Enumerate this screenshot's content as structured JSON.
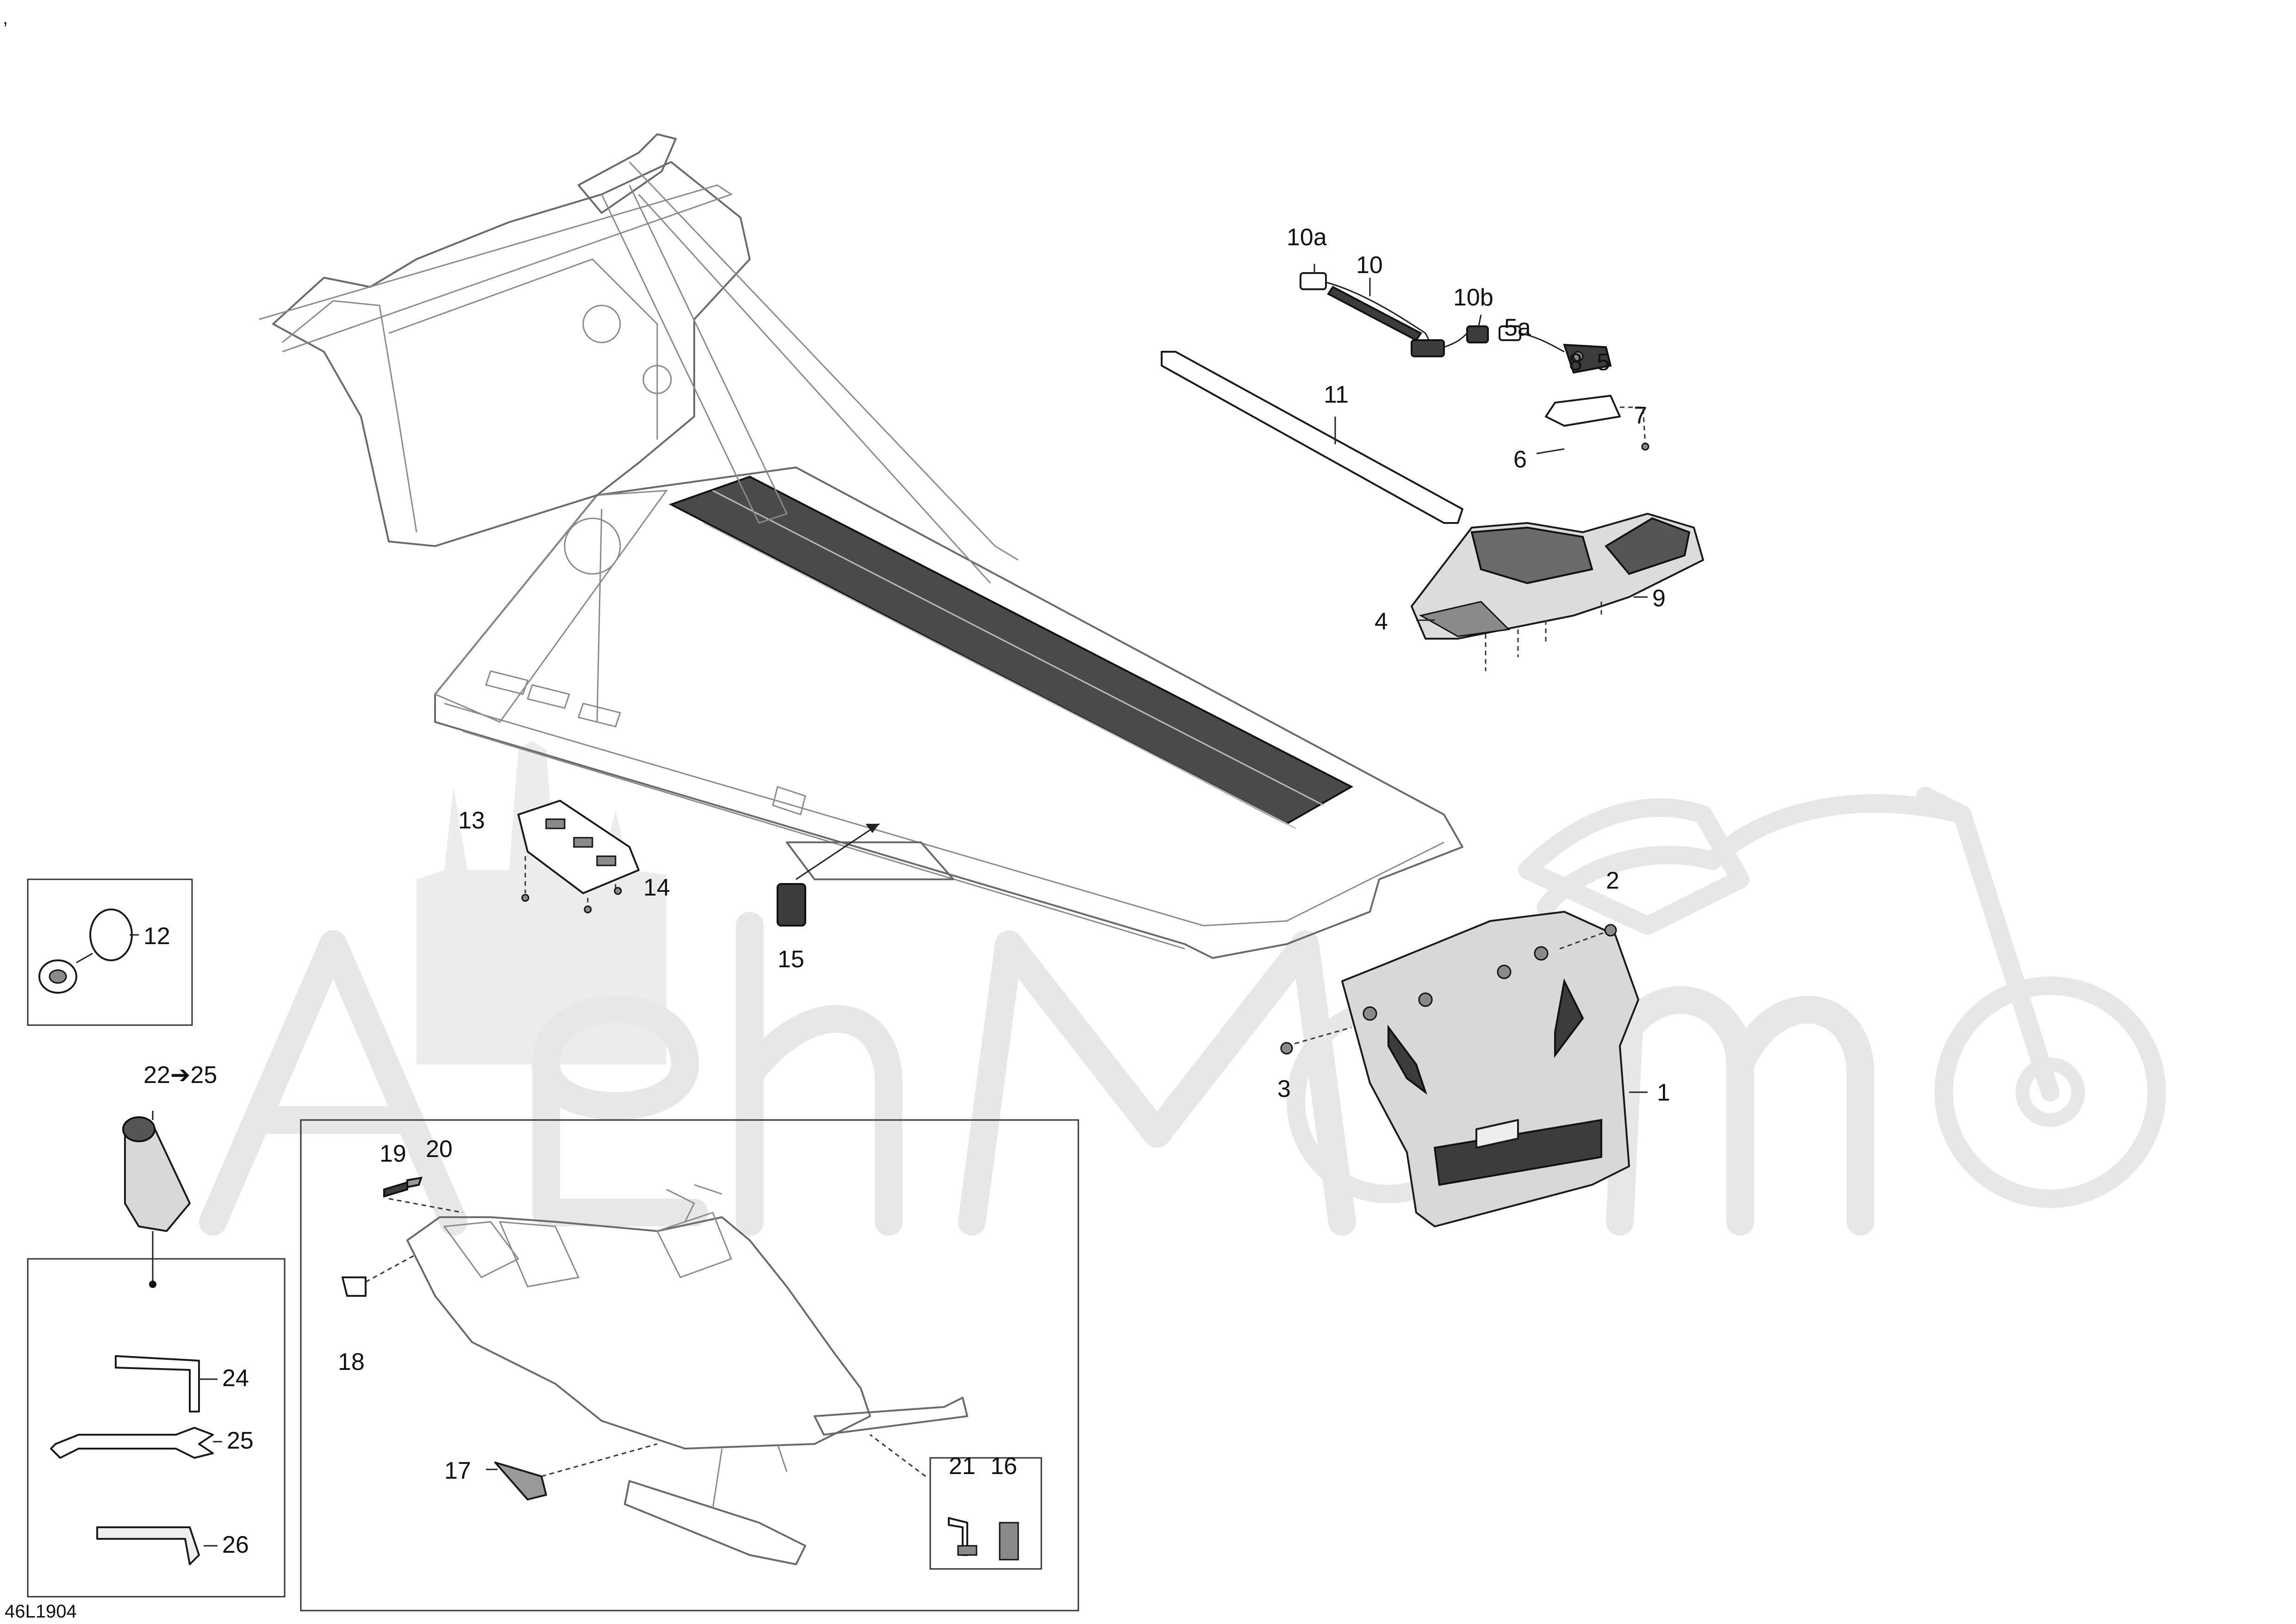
{
  "diagram_code": "46L1904",
  "corner_mark": ",",
  "watermark_text": "AeHMoto",
  "callouts": {
    "c1": "1",
    "c2": "2",
    "c3": "3",
    "c4": "4",
    "c5": "5",
    "c5a": "5a",
    "c6": "6",
    "c7": "7",
    "c8": "8",
    "c9": "9",
    "c10": "10",
    "c10a": "10a",
    "c10b": "10b",
    "c11": "11",
    "c12": "12",
    "c13": "13",
    "c14": "14",
    "c15": "15",
    "c16": "16",
    "c17": "17",
    "c18": "18",
    "c19": "19",
    "c20": "20",
    "c21": "21",
    "c22_25": "22➔25",
    "c24": "24",
    "c25": "25",
    "c26": "26"
  }
}
